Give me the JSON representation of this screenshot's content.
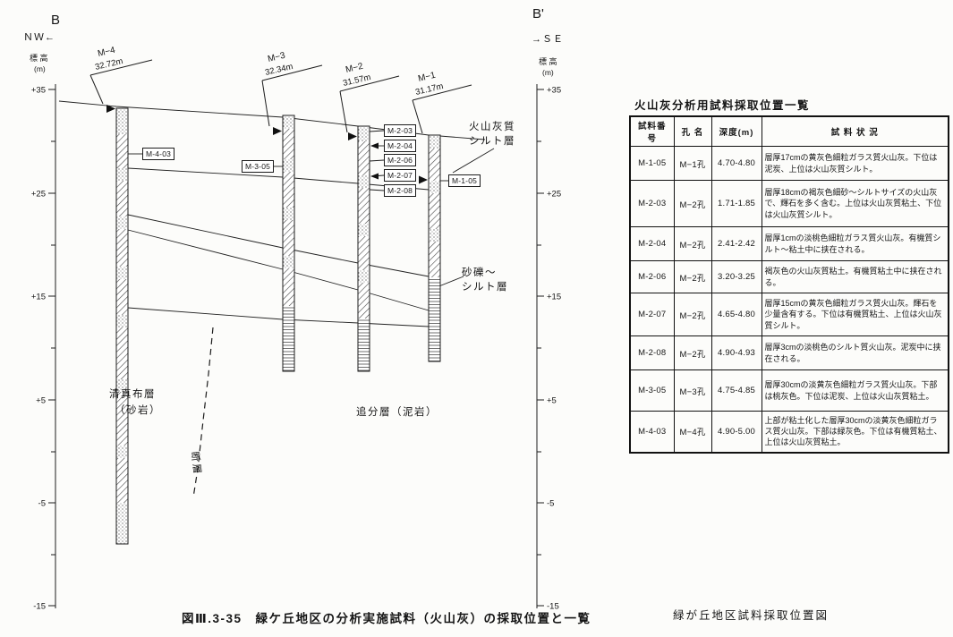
{
  "section": {
    "end_left": "B",
    "end_right": "B'",
    "dir_left": "ＮＷ←",
    "dir_right": "→ＳＥ",
    "elev_label_line1": "標 高",
    "elev_label_line2": "(m)",
    "ticks": [
      "+35",
      "+25",
      "+15",
      "+5",
      "-5",
      "-15"
    ],
    "boreholes": [
      {
        "name": "M−4",
        "top_elev": "32.72m"
      },
      {
        "name": "M−3",
        "top_elev": "32.34m"
      },
      {
        "name": "M−2",
        "top_elev": "31.57m"
      },
      {
        "name": "M−1",
        "top_elev": "31.17m"
      }
    ],
    "tags": {
      "m403": "M-4-03",
      "m305": "M-3-05",
      "m203": "M-2-03",
      "m204": "M-2-04",
      "m206": "M-2-06",
      "m207": "M-2-07",
      "m208": "M-2-08",
      "m105": "M-1-05"
    },
    "layers": {
      "ash_silt_line1": "火山灰質",
      "ash_silt_line2": "シルト層",
      "gravel_line1": "砂礫〜",
      "gravel_line2": "シルト層",
      "kiyomappu_line1": "清真布層",
      "kiyomappu_line2": "（砂岩）",
      "oiwake": "追分層（泥岩）",
      "fault": "断層"
    }
  },
  "table": {
    "title": "火山灰分析用試料採取位置一覧",
    "headers": [
      "試料番号",
      "孔 名",
      "深度(m)",
      "試 料 状 況"
    ],
    "rows": [
      {
        "id": "M-1-05",
        "hole": "M−1孔",
        "depth": "4.70-4.80",
        "desc": "層厚17cmの黄灰色細粒ガラス質火山灰。下位は泥炭、上位は火山灰質シルト。"
      },
      {
        "id": "M-2-03",
        "hole": "M−2孔",
        "depth": "1.71-1.85",
        "desc": "層厚18cmの褐灰色細砂〜シルトサイズの火山灰で、輝石を多く含む。上位は火山灰質粘土、下位は火山灰質シルト。"
      },
      {
        "id": "M-2-04",
        "hole": "M−2孔",
        "depth": "2.41-2.42",
        "desc": "層厚1cmの淡桃色細粒ガラス質火山灰。有機質シルト〜粘土中に挟在される。"
      },
      {
        "id": "M-2-06",
        "hole": "M−2孔",
        "depth": "3.20-3.25",
        "desc": "褐灰色の火山灰質粘土。有機質粘土中に挟在される。"
      },
      {
        "id": "M-2-07",
        "hole": "M−2孔",
        "depth": "4.65-4.80",
        "desc": "層厚15cmの黄灰色細粒ガラス質火山灰。輝石を少量含有する。下位は有機質粘土、上位は火山灰質シルト。"
      },
      {
        "id": "M-2-08",
        "hole": "M−2孔",
        "depth": "4.90-4.93",
        "desc": "層厚3cmの淡桃色のシルト質火山灰。泥炭中に挟在される。"
      },
      {
        "id": "M-3-05",
        "hole": "M−3孔",
        "depth": "4.75-4.85",
        "desc": "層厚30cmの淡黄灰色細粒ガラス質火山灰。下部は桃灰色。下位は泥炭、上位は火山灰質粘土。"
      },
      {
        "id": "M-4-03",
        "hole": "M−4孔",
        "depth": "4.90-5.00",
        "desc": "上部が粘土化した層厚30cmの淡黄灰色細粒ガラス質火山灰。下部は緑灰色。下位は有機質粘土、上位は火山灰質粘土。"
      }
    ]
  },
  "captions": {
    "figure": "図Ⅲ.3-35　緑ケ丘地区の分析実施試料（火山灰）の採取位置と一覧",
    "side": "緑が丘地区試料採取位置図"
  }
}
